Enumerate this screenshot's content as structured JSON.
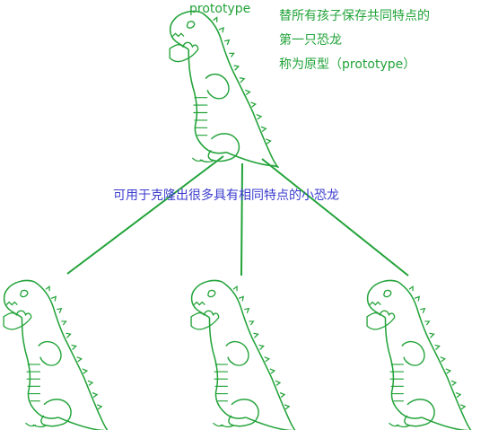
{
  "prototype_label": "prototype",
  "description_lines": [
    "替所有孩子保存共同特点的",
    "第一只恐龙",
    "称为原型（prototype）"
  ],
  "clone_caption": "可用于克隆出很多具有相同特点的小恐龙",
  "colors": {
    "green": "#22a339",
    "blue": "#3b3ccf"
  },
  "icons": {
    "prototype": "dinosaur-icon",
    "clones": [
      "dinosaur-icon",
      "dinosaur-icon",
      "dinosaur-icon"
    ]
  }
}
